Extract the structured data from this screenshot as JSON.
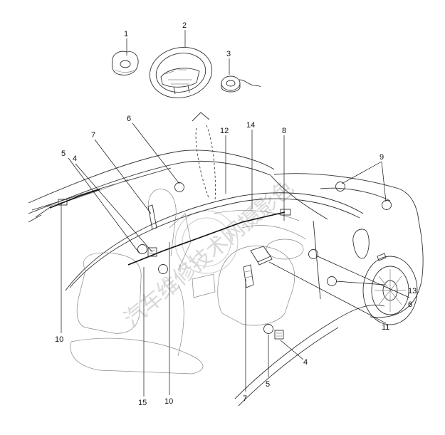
{
  "watermark": "汽车维修技术网摄影色",
  "callouts": [
    {
      "id": "c1",
      "text": "1"
    },
    {
      "id": "c2",
      "text": "2"
    },
    {
      "id": "c3",
      "text": "3"
    },
    {
      "id": "c4a",
      "text": "4"
    },
    {
      "id": "c4b",
      "text": "4"
    },
    {
      "id": "c5a",
      "text": "5"
    },
    {
      "id": "c5b",
      "text": "5"
    },
    {
      "id": "c6a",
      "text": "6"
    },
    {
      "id": "c6b",
      "text": "6"
    },
    {
      "id": "c7a",
      "text": "7"
    },
    {
      "id": "c7b",
      "text": "7"
    },
    {
      "id": "c8",
      "text": "8"
    },
    {
      "id": "c9",
      "text": "9"
    },
    {
      "id": "c10a",
      "text": "10"
    },
    {
      "id": "c10b",
      "text": "10"
    },
    {
      "id": "c11",
      "text": "11"
    },
    {
      "id": "c12",
      "text": "12"
    },
    {
      "id": "c13",
      "text": "13"
    },
    {
      "id": "c14",
      "text": "14"
    },
    {
      "id": "c15",
      "text": "15"
    }
  ]
}
